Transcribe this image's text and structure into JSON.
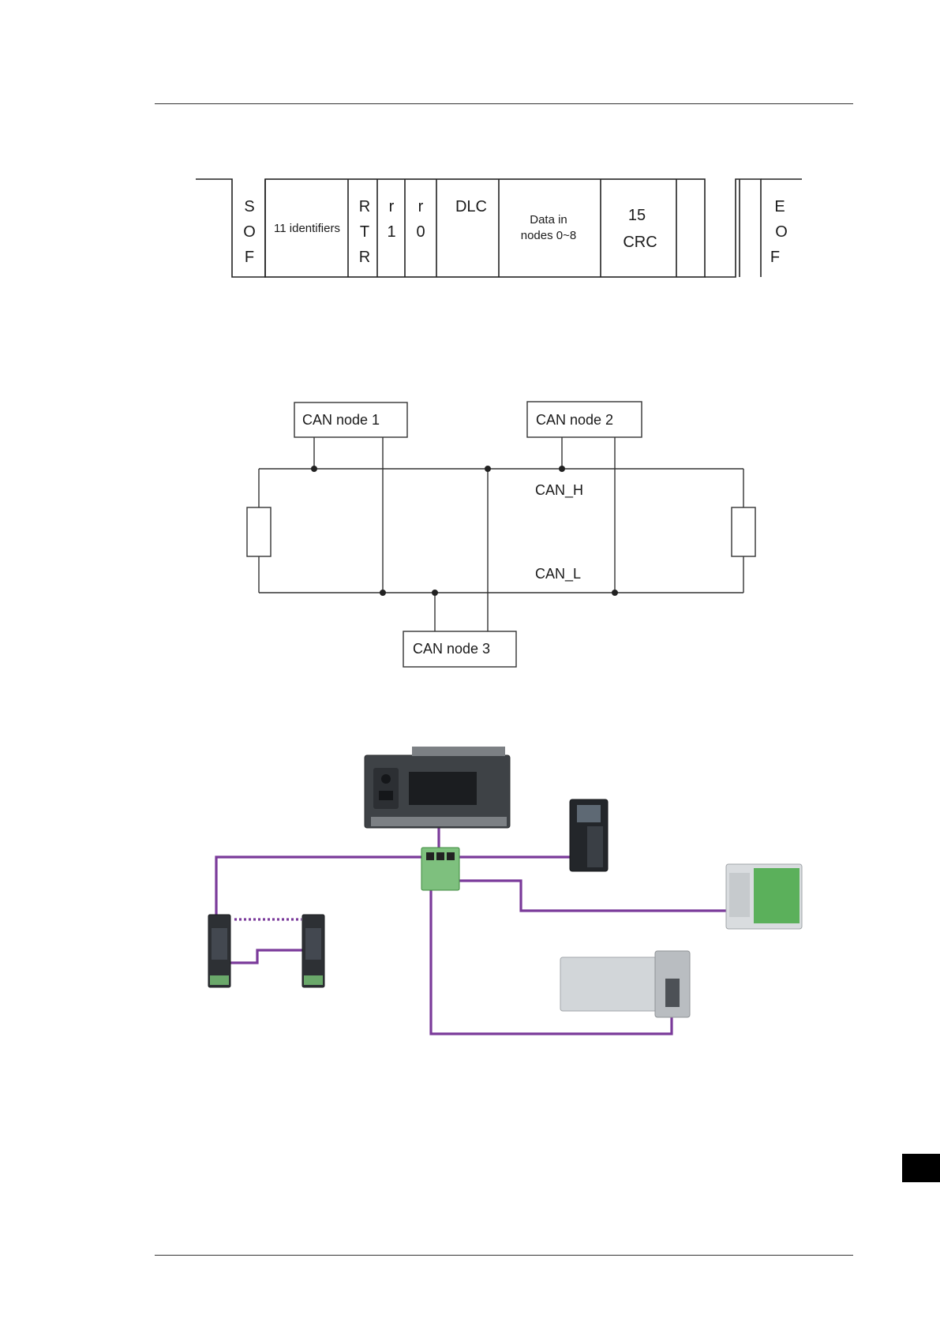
{
  "frame": {
    "sof": [
      "S",
      "O",
      "F"
    ],
    "identifiers": "11 identifiers",
    "rtr": [
      "R",
      "T",
      "R"
    ],
    "r1": [
      "r",
      "1"
    ],
    "r0": [
      "r",
      "0"
    ],
    "dlc": "DLC",
    "data": [
      "Data in",
      "nodes 0~8"
    ],
    "crc": [
      "15",
      "CRC"
    ],
    "eof": [
      "E",
      "O",
      "F"
    ]
  },
  "bus": {
    "node1": "CAN  node 1",
    "node2": "CAN node  2",
    "node3": "CAN node 3",
    "can_h": "CAN_H",
    "can_l": "CAN_L"
  },
  "network": {
    "cable_color": "#7a3a9a",
    "devices": [
      "plc-main-unit",
      "ac-motor-drive",
      "remote-io-module",
      "compact-plc",
      "servo-drive-1",
      "servo-drive-2",
      "tap-box"
    ]
  }
}
